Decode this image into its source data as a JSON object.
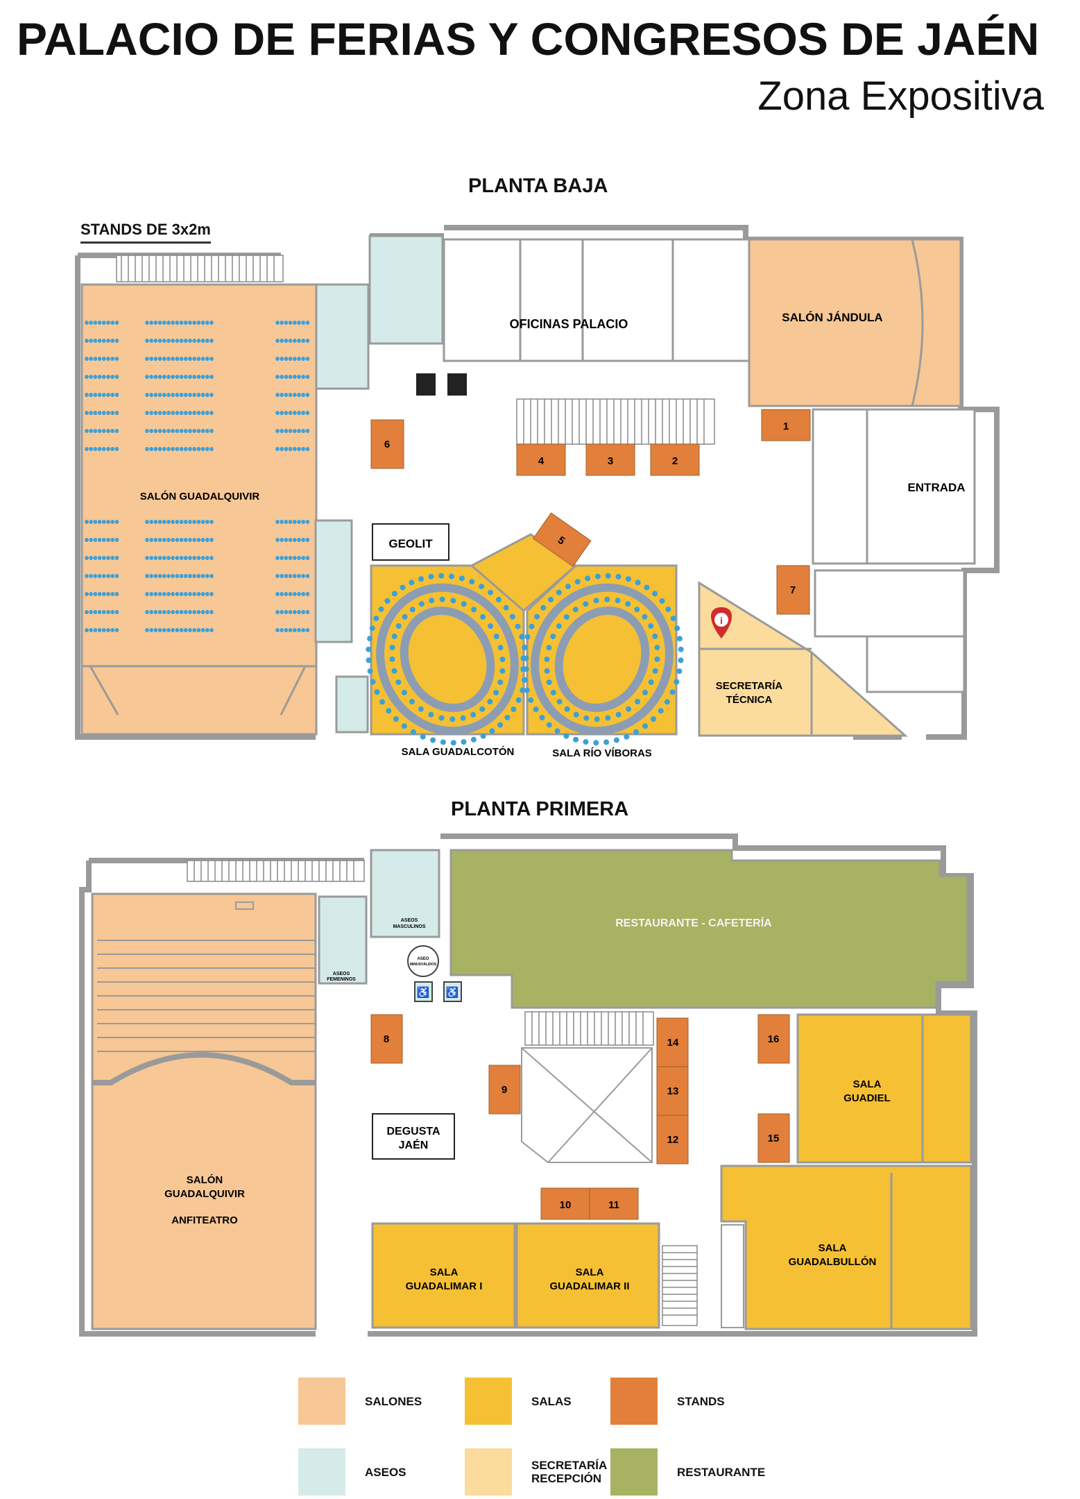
{
  "header": {
    "title": "PALACIO DE FERIAS Y CONGRESOS DE JAÉN",
    "subtitle": "Zona Expositiva"
  },
  "colors": {
    "salones": "#f7c795",
    "salas": "#f5c033",
    "stands": "#e27f3a",
    "aseos": "#d4ebe9",
    "secretaria": "#fbdc9c",
    "restaurante": "#a8b263",
    "wall": "#9a9a9a",
    "seat": "#3ba0d8",
    "ring": "#8c9db3"
  },
  "planta_baja": {
    "title": "PLANTA BAJA",
    "stands_caption": "STANDS DE 3x2m",
    "rooms": {
      "salon_guadalquivir": "SALÓN GUADALQUIVIR",
      "salon_jandula": "SALÓN JÁNDULA",
      "oficinas": "OFICINAS PALACIO",
      "entrada": "ENTRADA",
      "geolit": "GEOLIT",
      "secretaria_1": "SECRETARÍA",
      "secretaria_2": "TÉCNICA",
      "sala_guadalcoton": "SALA GUADALCOTÓN",
      "sala_rio_viboras": "SALA RÍO VÍBORAS"
    },
    "stands": [
      "1",
      "2",
      "3",
      "4",
      "5",
      "6",
      "7"
    ]
  },
  "planta_primera": {
    "title": "PLANTA PRIMERA",
    "rooms": {
      "restaurante": "RESTAURANTE - CAFETERÍA",
      "aseos_masculinos_1": "ASEOS",
      "aseos_masculinos_2": "MASCULINOS",
      "aseos_femeninos_1": "ASEOS",
      "aseos_femeninos_2": "FEMENINOS",
      "aseo_minus_1": "ASEO",
      "aseo_minus_2": "MINUSVÁLIDOS",
      "salon_guad_1": "SALÓN",
      "salon_guad_2": "GUADALQUIVIR",
      "anfiteatro": "ANFITEATRO",
      "degusta_1": "DEGUSTA",
      "degusta_2": "JAÉN",
      "sala_guadiel_1": "SALA",
      "sala_guadiel_2": "GUADIEL",
      "guadalimar1_1": "SALA",
      "guadalimar1_2": "GUADALIMAR I",
      "guadalimar2_1": "SALA",
      "guadalimar2_2": "GUADALIMAR II",
      "guadalbullon_1": "SALA",
      "guadalbullon_2": "GUADALBULLÓN"
    },
    "stands": [
      "8",
      "9",
      "10",
      "11",
      "12",
      "13",
      "14",
      "15",
      "16"
    ]
  },
  "legend": [
    {
      "label": "SALONES",
      "label2": "",
      "color": "#f7c795"
    },
    {
      "label": "SALAS",
      "label2": "",
      "color": "#f5c033"
    },
    {
      "label": "STANDS",
      "label2": "",
      "color": "#e27f3a"
    },
    {
      "label": "ASEOS",
      "label2": "",
      "color": "#d4ebe9"
    },
    {
      "label": "SECRETARÍA",
      "label2": "RECEPCIÓN",
      "color": "#fbdc9c"
    },
    {
      "label": "RESTAURANTE",
      "label2": "",
      "color": "#a8b263"
    }
  ]
}
